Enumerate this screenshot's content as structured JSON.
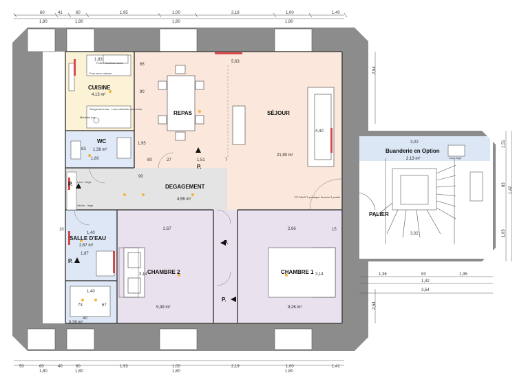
{
  "rooms": {
    "cuisine": {
      "name": "CUISINE",
      "area": "4,13 m²"
    },
    "wc": {
      "name": "WC",
      "area": "1,36 m²"
    },
    "repas": {
      "name": "REPAS"
    },
    "sejour": {
      "name": "SÉJOUR",
      "area": "21,90 m²"
    },
    "degagement": {
      "name": "DEGAGEMENT",
      "area": "4,55 m²"
    },
    "salle_deau": {
      "name": "SALLE D'EAU",
      "area": "2,67 m²"
    },
    "chambre2": {
      "name": "CHAMBRE 2",
      "area": "9,39 m²"
    },
    "chambre1": {
      "name": "CHAMBRE 1",
      "area": "9,26 m²"
    },
    "douche": {
      "area": "0,39 m²"
    },
    "buanderie": {
      "name": "Buanderie en Option",
      "area": "2,13 m²"
    },
    "palier": {
      "name": "PALIER"
    }
  },
  "top_dims": {
    "row1": [
      "60",
      "41",
      "60",
      "1,95",
      "1,00",
      "2,18",
      "1,00",
      "1,40"
    ],
    "row2": [
      "1,80",
      "1,80",
      "1,80",
      "1,80"
    ]
  },
  "bottom_dims": {
    "row1": [
      "50",
      "60",
      "40",
      "60",
      "1,93",
      "1,00",
      "2,19",
      "1,00",
      "1,41"
    ],
    "row2": [
      "1,80",
      "1,80",
      "1,80",
      "1,80"
    ]
  },
  "right_dims": [
    "2,54",
    "1,51",
    "83",
    "1,42",
    "1,05",
    "2,54"
  ],
  "stair_dims": {
    "row1": [
      "1,36",
      "83",
      "1,35"
    ],
    "row2": "1,42",
    "row3": "3,54",
    "top": "3,02",
    "bottom": "3,02"
  },
  "interior_dims": {
    "kitchen_w": "1,83",
    "sejour_w": "5,63",
    "wc_w": "1,80",
    "wc_d": "83",
    "deg_27": "27",
    "deg_151": "1,51",
    "deg_7": "7",
    "deg_80": "80",
    "deg_90": "90",
    "sde_w": "1,40",
    "sde_h": "1,87",
    "ch2_w": "2,67",
    "ch1_w": "2,66",
    "ch2_h": "3,14",
    "ch1_h": "3,14",
    "sejour_h": "4,40",
    "dch_w": "1,40",
    "dch_73": "73",
    "dch_67": "67",
    "dch_40": "40",
    "left_10": "10",
    "right_15": "15",
    "cuisine_65": "65",
    "cuisine_90": "90",
    "cuisine_195": "1,95"
  },
  "labels": {
    "p_marker": "P.",
    "pp_sejour": "PP 90x217 pivotique Serrure 3 points",
    "meubles_hauts": "Profil / Meubles hauts",
    "rangement": "Rangement bas",
    "lave_vaisselle": "Lave-vaisselle sous évier",
    "meubles_bas": "Meubles bas",
    "four": "Four sous cuisson",
    "lave_linge": "Lave - linge",
    "seche_linge": "Sèche - linge",
    "lave_linge_buand": "Lave-linge"
  },
  "colors": {
    "wall": "#8c8c8c",
    "sejour": "#fbe7db",
    "cuisine": "#fcf2d6",
    "wc": "#dfe9f7",
    "degagement": "#e4e4e4",
    "chambre": "#e9e1ee",
    "sde": "#dde7f6",
    "buanderie": "#dce7f5",
    "accent_red": "#d84a4a",
    "light_dot": "#f4b23a"
  }
}
